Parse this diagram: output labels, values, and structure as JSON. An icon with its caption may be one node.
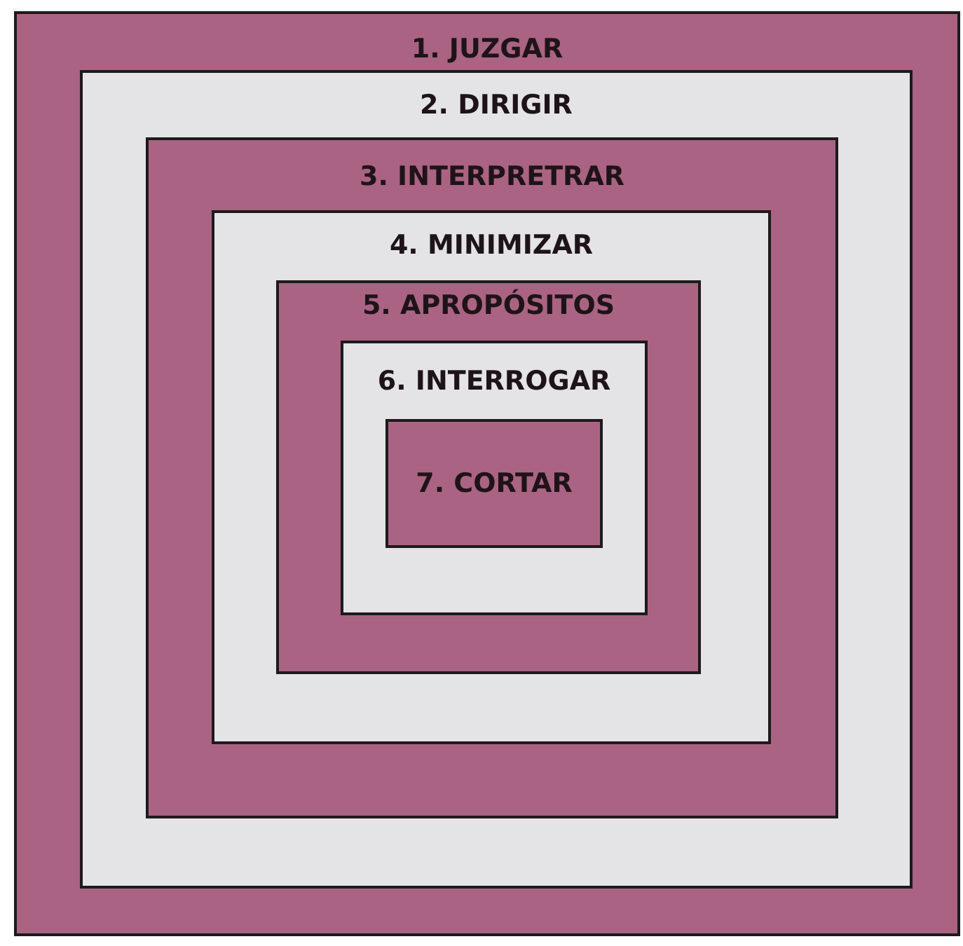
{
  "diagram": {
    "nodes": [
      {
        "text": [
          "1. JUZGAR"
        ]
      },
      {
        "text": [
          "2. DIRIGIR"
        ],
        "in": 0
      },
      {
        "text": [
          "3. INTERPRETRAR"
        ],
        "in": 1
      },
      {
        "text": [
          "4. MINIMIZAR"
        ],
        "in": 2
      },
      {
        "text": [
          "5. APROPÓSITOS"
        ],
        "in": 3
      },
      {
        "text": [
          "6. INTERROGAR"
        ],
        "in": 4
      },
      {
        "text": [
          "7. CORTAR"
        ],
        "in": 5
      }
    ]
  }
}
